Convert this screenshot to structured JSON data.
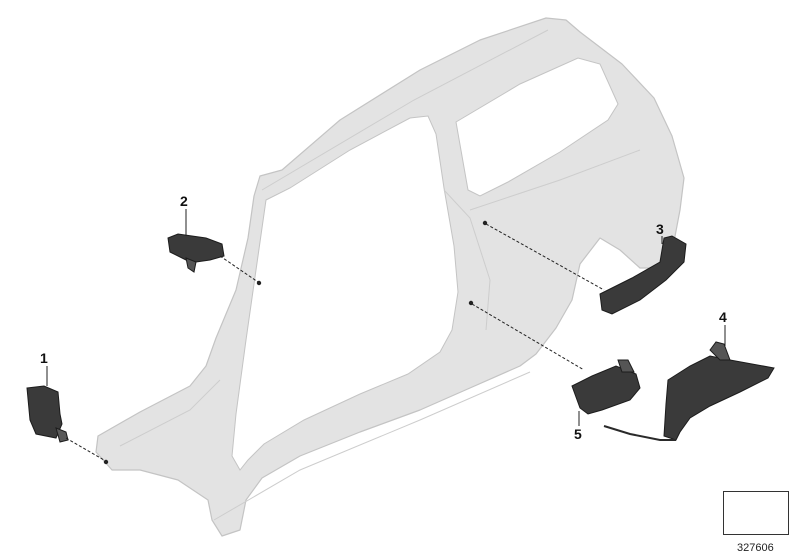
{
  "callouts": {
    "c1": "1",
    "c2": "2",
    "c3": "3",
    "c4": "4",
    "c5": "5"
  },
  "reference_number": "327606",
  "colors": {
    "body_fill": "#e3e3e3",
    "body_stroke": "#c4c4c4",
    "part_fill": "#3a3a3a",
    "part_stroke": "#1c1c1c",
    "leader": "#222222"
  },
  "icons": {
    "reference_box": "orientation-arrow-icon"
  }
}
